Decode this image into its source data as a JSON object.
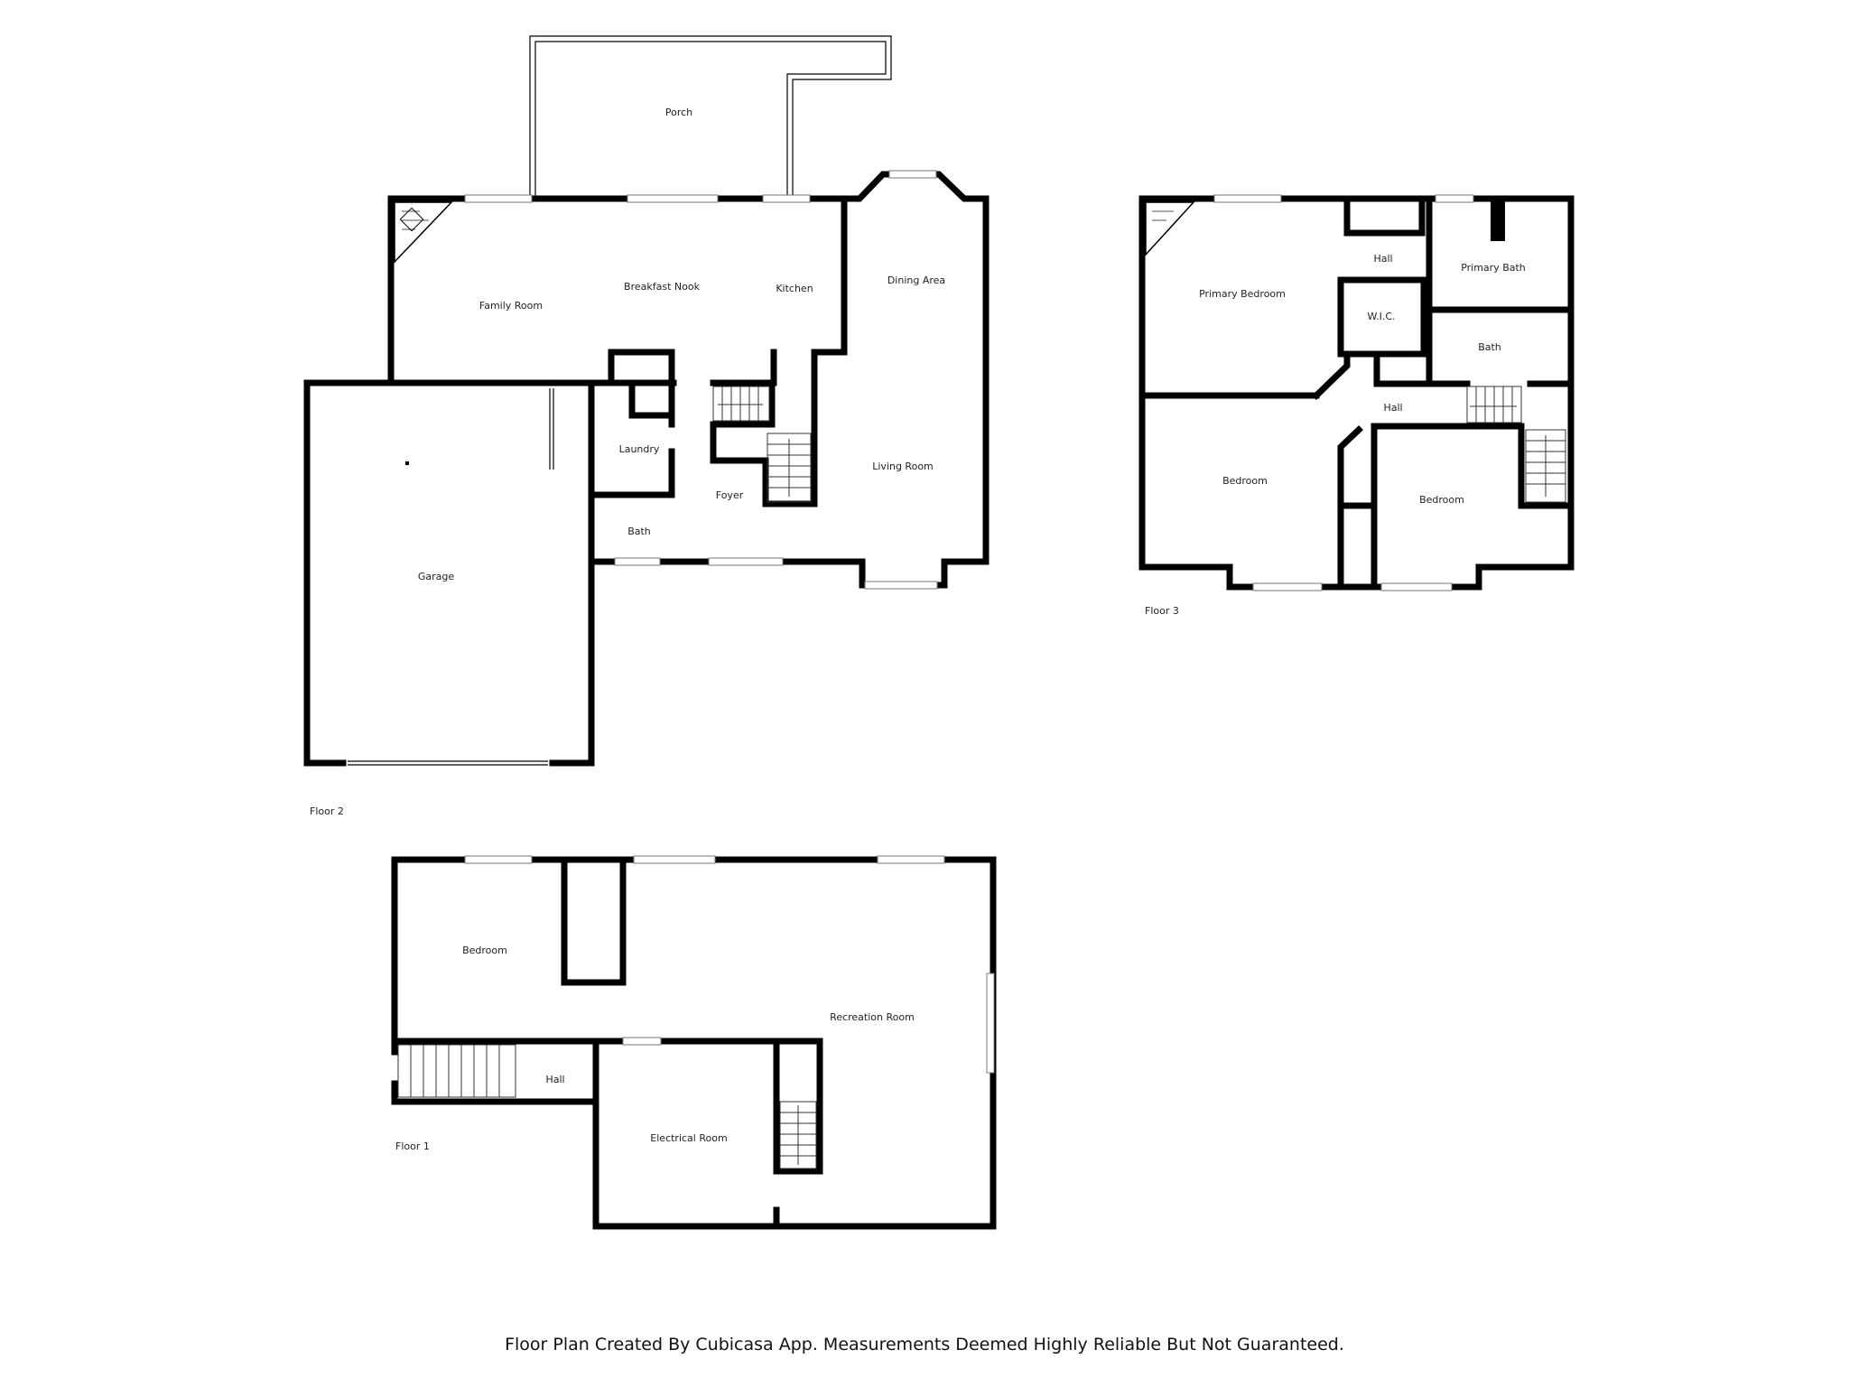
{
  "floors": {
    "floor2": {
      "label": "Floor 2",
      "rooms": {
        "porch": "Porch",
        "family_room": "Family Room",
        "breakfast_nook": "Breakfast Nook",
        "kitchen": "Kitchen",
        "dining_area": "Dining Area",
        "laundry": "Laundry",
        "foyer": "Foyer",
        "living_room": "Living Room",
        "bath": "Bath",
        "garage": "Garage"
      }
    },
    "floor3": {
      "label": "Floor 3",
      "rooms": {
        "hall_top": "Hall",
        "primary_bath": "Primary Bath",
        "primary_bedroom": "Primary Bedroom",
        "wic": "W.I.C.",
        "bath": "Bath",
        "hall_mid": "Hall",
        "bedroom_left": "Bedroom",
        "bedroom_right": "Bedroom"
      }
    },
    "floor1": {
      "label": "Floor 1",
      "rooms": {
        "bedroom": "Bedroom",
        "recreation_room": "Recreation Room",
        "hall": "Hall",
        "electrical_room": "Electrical Room"
      }
    }
  },
  "footer": "Floor Plan Created By Cubicasa App. Measurements Deemed Highly Reliable But Not Guaranteed."
}
